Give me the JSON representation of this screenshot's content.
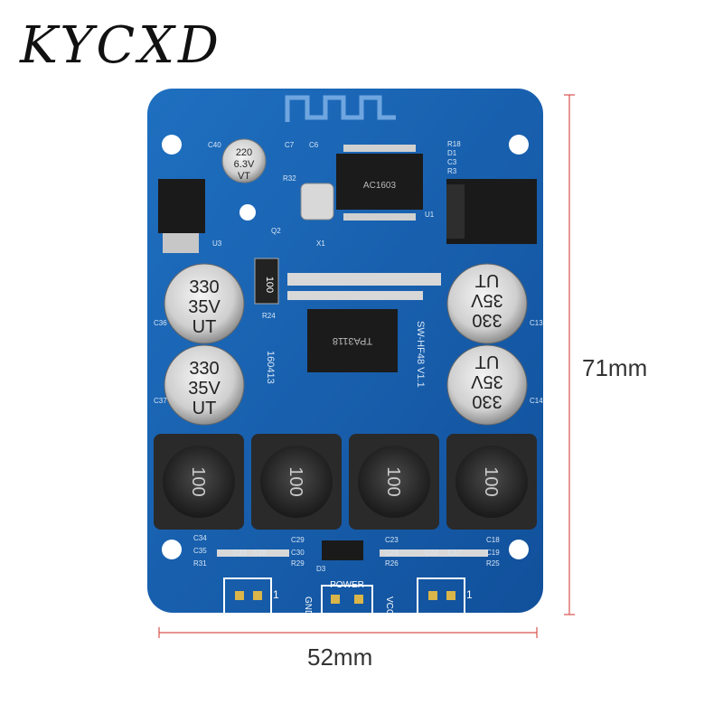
{
  "brand": {
    "watermark": "KYCXD"
  },
  "dimensions": {
    "height_label": "71mm",
    "width_label": "52mm"
  },
  "board": {
    "chip_main": "AC1603",
    "chip_amp": "TPA3118",
    "board_id": "SW-HF48 V1.1",
    "date_code": "160413",
    "power_label": "POWER",
    "gnd_label": "GND",
    "vcc_label": "VCC",
    "cap_small": [
      "220",
      "6.3V",
      "VT"
    ],
    "cap_big": [
      "330",
      "35V",
      "UT"
    ],
    "inductor_label": "100",
    "resistor_label": "100",
    "silk_labels": [
      "C40",
      "C7",
      "C6",
      "R18",
      "D1",
      "C3",
      "R3",
      "R32",
      "U1",
      "U3",
      "Q2",
      "X1",
      "R24",
      "C36",
      "C37",
      "C13",
      "C14",
      "C34",
      "C35",
      "C33",
      "C28",
      "R31",
      "C29",
      "C30",
      "R29",
      "C23",
      "C24",
      "R26",
      "C22",
      "C17",
      "C18",
      "C19",
      "R25",
      "D3"
    ],
    "port_marks": [
      "1",
      "1"
    ]
  }
}
